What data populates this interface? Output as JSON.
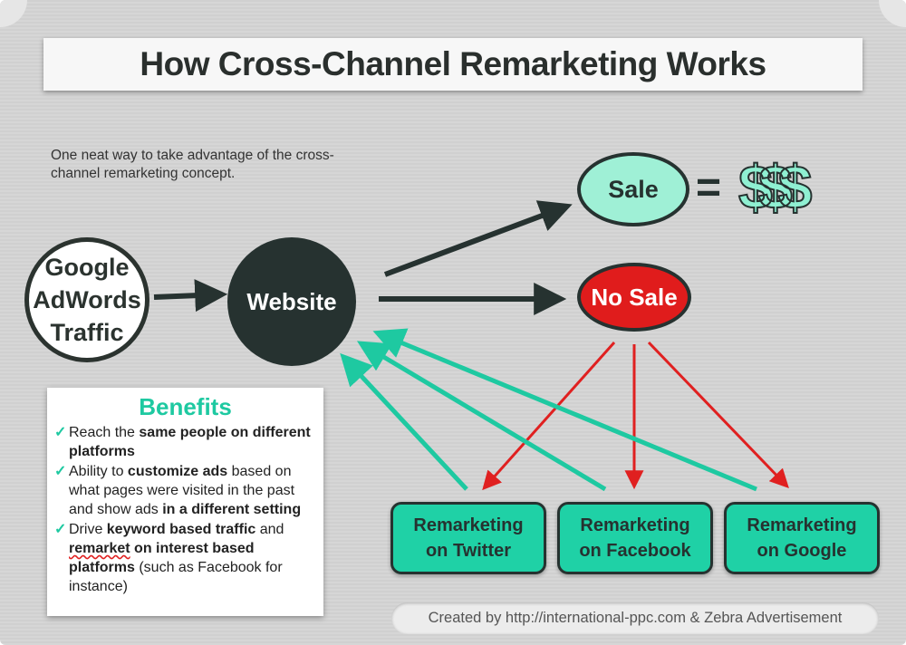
{
  "title": "How Cross-Channel Remarketing Works",
  "intro": "One neat way to take advantage of the cross-channel remarketing concept.",
  "nodes": {
    "google": [
      "Google",
      "AdWords",
      "Traffic"
    ],
    "website": "Website",
    "sale": "Sale",
    "no_sale": "No Sale",
    "equals": "=",
    "dollars": "$$$"
  },
  "benefits": {
    "title": "Benefits",
    "check": "✓",
    "items": [
      {
        "a": "Reach the ",
        "b": "same people on different platforms",
        "c": ""
      },
      {
        "a": "Ability to ",
        "b": "customize ads",
        "c": " based on what pages were visited in the past and show ads ",
        "d": "in a different setting"
      },
      {
        "a": "Drive ",
        "b": "keyword based traffic",
        "c": " and ",
        "d": "remarket",
        "e": " on interest based platforms",
        "f": " (such as Facebook for instance)"
      }
    ]
  },
  "channels": [
    {
      "line1": "Remarketing",
      "line2": "on Twitter"
    },
    {
      "line1": "Remarketing",
      "line2": "on Facebook"
    },
    {
      "line1": "Remarketing",
      "line2": "on Google"
    }
  ],
  "footer": "Created by http://international-ppc.com & Zebra Advertisement",
  "colors": {
    "dark": "#263230",
    "teal": "#1fd1a6",
    "mint": "#9ff0d6",
    "red": "#e01c1c",
    "arrow_red": "#e02020",
    "arrow_teal": "#1ec9a1"
  }
}
